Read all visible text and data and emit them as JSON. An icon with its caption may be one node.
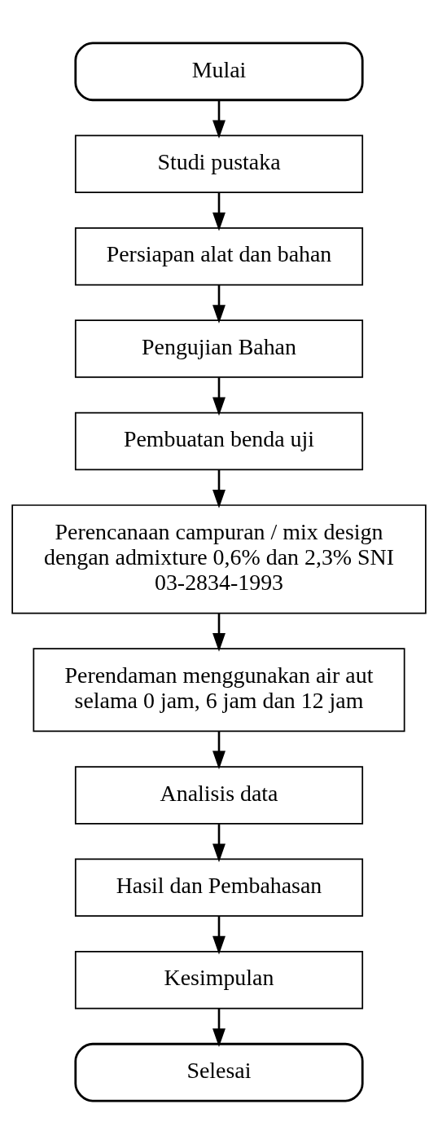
{
  "diagram": {
    "nodes": [
      {
        "text": [
          "Mulai"
        ]
      },
      {
        "text": [
          "Studi pustaka"
        ]
      },
      {
        "text": [
          "Persiapan alat dan bahan"
        ]
      },
      {
        "text": [
          "Pengujian Bahan"
        ]
      },
      {
        "text": [
          "Pembuatan benda uji"
        ]
      },
      {
        "text": [
          "Perencanaan campuran / mix design dengan admixture 0,6% dan 2,3% SNI 03-2834-1993"
        ]
      },
      {
        "text": [
          "Perendaman menggunakan air aut selama 0 jam, 6 jam dan 12 jam"
        ]
      },
      {
        "text": [
          "Analisis data"
        ]
      },
      {
        "text": [
          "Hasil dan Pembahasan"
        ]
      },
      {
        "text": [
          "Kesimpulan"
        ]
      },
      {
        "text": [
          "Selesai"
        ]
      }
    ],
    "edges": [
      {
        "from": 0,
        "to": 1,
        "arrow": "to"
      },
      {
        "from": 1,
        "to": 2,
        "arrow": "to"
      },
      {
        "from": 2,
        "to": 3,
        "arrow": "to"
      },
      {
        "from": 3,
        "to": 4,
        "arrow": "to"
      },
      {
        "from": 4,
        "to": 5,
        "arrow": "to"
      },
      {
        "from": 5,
        "to": 6,
        "arrow": "to"
      },
      {
        "from": 6,
        "to": 7,
        "arrow": "to"
      },
      {
        "from": 7,
        "to": 8,
        "arrow": "to"
      },
      {
        "from": 8,
        "to": 9,
        "arrow": "to"
      },
      {
        "from": 9,
        "to": 10,
        "arrow": "to"
      }
    ]
  }
}
